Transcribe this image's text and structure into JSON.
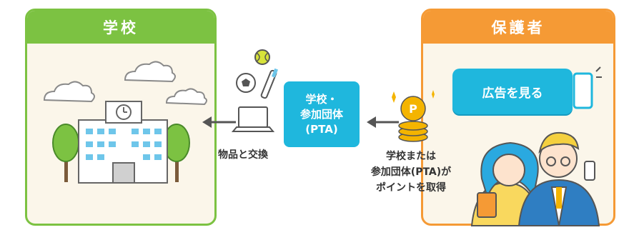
{
  "school": {
    "title": "学校"
  },
  "parent": {
    "title": "保護者"
  },
  "center": {
    "line1": "学校・",
    "line2": "参加団体",
    "line3": "(PTA)"
  },
  "ad_button": {
    "label": "広告を見る"
  },
  "labels": {
    "goods": "物品と交換",
    "points_line1": "学校または",
    "points_line2": "参加団体(PTA)が",
    "points_line3": "ポイントを取得"
  },
  "coin": {
    "letter": "P"
  },
  "colors": {
    "school": "#7cc242",
    "parent": "#f59a35",
    "accent": "#1fb7dd",
    "coin": "#f4b400"
  },
  "icons": [
    "cloud-icon",
    "school-building-icon",
    "tree-icon",
    "laptop-icon",
    "soccer-ball-icon",
    "tennis-ball-icon",
    "toothbrush-icon",
    "coin-stack-icon",
    "smartphone-icon",
    "mother-icon",
    "father-icon",
    "arrow-left-icon"
  ]
}
